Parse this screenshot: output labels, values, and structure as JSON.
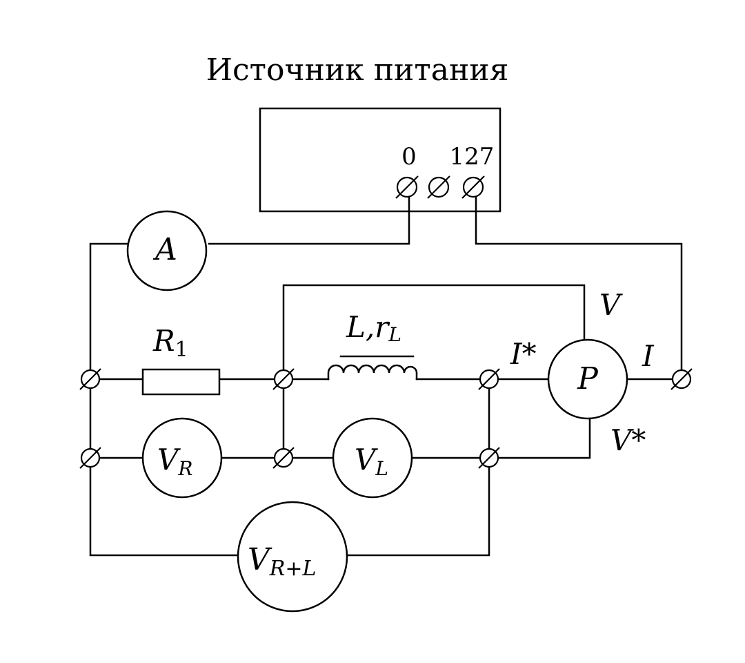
{
  "diagram": {
    "title": "Источник питания",
    "terminal_labels": {
      "zero": "0",
      "voltage": "127"
    },
    "meters": {
      "ammeter": "A",
      "wattmeter": "P",
      "vr": {
        "main": "V",
        "sub": "R"
      },
      "vl": {
        "main": "V",
        "sub": "L"
      },
      "vrl": {
        "main": "V",
        "sub": "R+L"
      }
    },
    "resistor": {
      "main": "R",
      "sub": "1"
    },
    "inductor": {
      "main": "L,r",
      "sub": "L"
    },
    "wattmeter_ports": {
      "current_in": "I*",
      "current_out": "I",
      "voltage": "V",
      "voltage_star": "V*"
    }
  }
}
